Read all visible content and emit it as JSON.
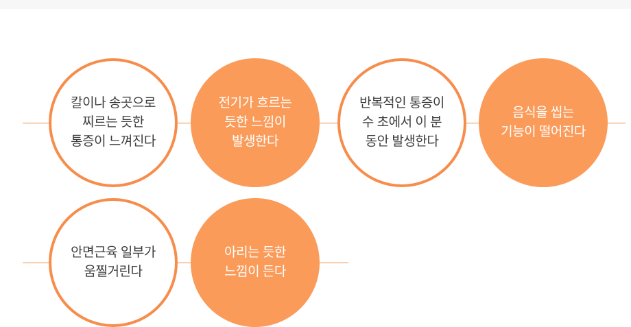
{
  "page": {
    "background": "#ffffff",
    "top_bar_color": "#f7f7f7"
  },
  "colors": {
    "circle_fill_orange": "#fa9b5a",
    "circle_border_orange": "#f78d4b",
    "connector_line": "#e78c42",
    "text_dark": "#3d3d3d",
    "text_light": "#ffffff"
  },
  "diagram": {
    "rows": 2,
    "circles": [
      {
        "row": 1,
        "style": "outlined",
        "text": "칼이나 송곳으로\n찌르는 듯한\n통증이 느껴진다"
      },
      {
        "row": 1,
        "style": "filled",
        "text": "전기가 흐르는\n듯한 느낌이\n발생한다"
      },
      {
        "row": 1,
        "style": "outlined",
        "text": "반복적인 통증이\n수 초에서 이 분\n동안 발생한다"
      },
      {
        "row": 1,
        "style": "filled",
        "text": "음식을 씹는\n기능이 떨어진다"
      },
      {
        "row": 2,
        "style": "outlined",
        "text": "안면근육 일부가\n움찔거린다"
      },
      {
        "row": 2,
        "style": "filled",
        "text": "아리는 듯한\n느낌이 든다"
      }
    ]
  }
}
